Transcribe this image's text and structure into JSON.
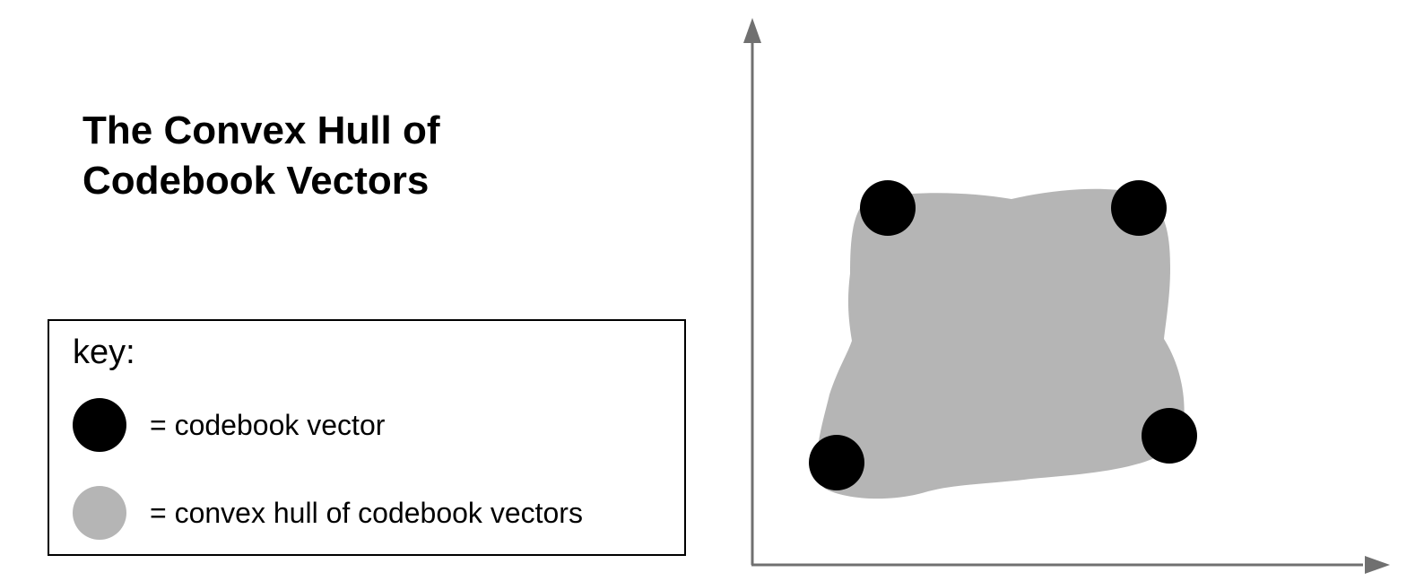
{
  "title_lines": [
    "The Convex Hull of",
    "Codebook Vectors"
  ],
  "key": {
    "title": "key:",
    "items": [
      {
        "label": "= codebook vector",
        "color": "#000000",
        "icon": "black-circle-icon"
      },
      {
        "label": "= convex hull of codebook vectors",
        "color": "#b5b5b5",
        "icon": "gray-circle-icon"
      }
    ]
  },
  "colors": {
    "axis": "#707070",
    "hull": "#b5b5b5",
    "point": "#000000"
  }
}
